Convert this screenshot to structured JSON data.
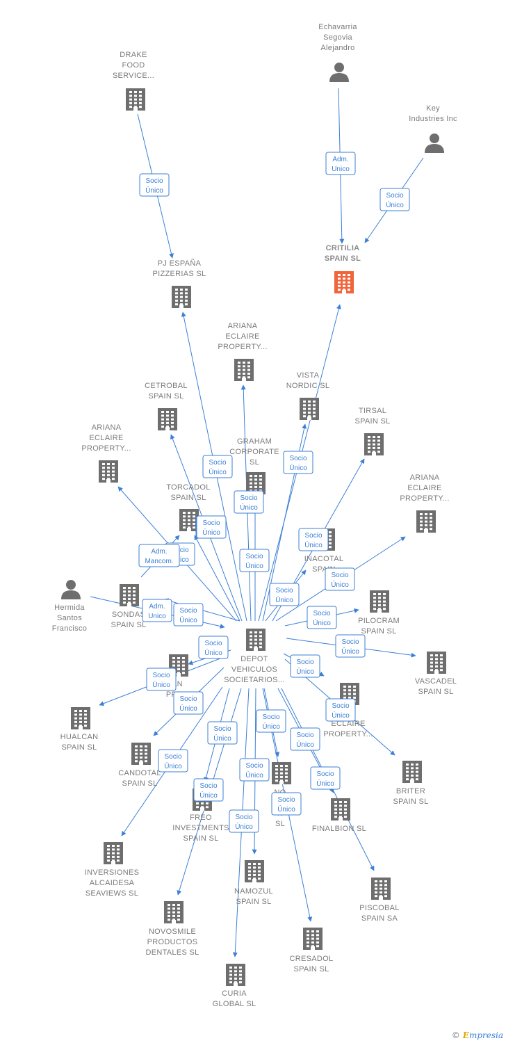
{
  "colors": {
    "edge": "#3b7fd6",
    "node": "#6e6e6e",
    "focus": "#f2653a"
  },
  "nodes": [
    {
      "id": "drake",
      "type": "company",
      "label": [
        "DRAKE",
        "FOOD",
        "SERVICE..."
      ]
    },
    {
      "id": "echavarria",
      "type": "person",
      "label": [
        "Echavarria",
        "Segovia",
        "Alejandro"
      ]
    },
    {
      "id": "key",
      "type": "person",
      "label": [
        "Key",
        "Industries Inc"
      ]
    },
    {
      "id": "pj",
      "type": "company",
      "label": [
        "PJ ESPAÑA",
        "PIZZERIAS SL"
      ]
    },
    {
      "id": "critilia",
      "type": "company",
      "focus": true,
      "label": [
        "CRITILIA",
        "SPAIN SL"
      ]
    },
    {
      "id": "ariana1",
      "type": "company",
      "label": [
        "ARIANA",
        "ECLAIRE",
        "PROPERTY..."
      ]
    },
    {
      "id": "cetrobal",
      "type": "company",
      "label": [
        "CETROBAL",
        "SPAIN SL"
      ]
    },
    {
      "id": "vista",
      "type": "company",
      "label": [
        "VISTA",
        "NORDIC SL"
      ]
    },
    {
      "id": "tirsal",
      "type": "company",
      "label": [
        "TIRSAL",
        "SPAIN SL"
      ]
    },
    {
      "id": "ariana2",
      "type": "company",
      "label": [
        "ARIANA",
        "ECLAIRE",
        "PROPERTY..."
      ]
    },
    {
      "id": "graham",
      "type": "company",
      "label": [
        "GRAHAM",
        "CORPORATE",
        "SL"
      ]
    },
    {
      "id": "ariana3",
      "type": "company",
      "label": [
        "ARIANA",
        "ECLAIRE",
        "PROPERTY..."
      ]
    },
    {
      "id": "torcadol",
      "type": "company",
      "label": [
        "TORCADOL",
        "SPAIN SL"
      ]
    },
    {
      "id": "inacotal",
      "type": "company",
      "label": [
        "INACOTAL",
        "SPAIN"
      ]
    },
    {
      "id": "hermida",
      "type": "person",
      "label": [
        "Hermida",
        "Santos",
        "Francisco"
      ]
    },
    {
      "id": "sondas",
      "type": "company",
      "label": [
        "SONDAS",
        "SPAIN SL"
      ]
    },
    {
      "id": "pilocram",
      "type": "company",
      "label": [
        "PILOCRAM",
        "SPAIN SL"
      ]
    },
    {
      "id": "depot",
      "type": "company",
      "label": [
        "DEPOT",
        "VEHICULOS",
        "SOCIETARIOS..."
      ]
    },
    {
      "id": "vascadel",
      "type": "company",
      "label": [
        "VASCADEL",
        "SPAIN SL"
      ]
    },
    {
      "id": "anprop",
      "type": "company",
      "label": [
        "AN",
        "PROP"
      ]
    },
    {
      "id": "ariana4",
      "type": "company",
      "label": [
        "A",
        "ECLAIRE",
        "PROPERTY..."
      ]
    },
    {
      "id": "hualcan",
      "type": "company",
      "label": [
        "HUALCAN",
        "SPAIN SL"
      ]
    },
    {
      "id": "candotal",
      "type": "company",
      "label": [
        "CANDOTAL",
        "SPAIN SL"
      ]
    },
    {
      "id": "noevo",
      "type": "company",
      "label": [
        "NO",
        "EVO",
        "N",
        "SL"
      ]
    },
    {
      "id": "briter",
      "type": "company",
      "label": [
        "BRITER",
        "SPAIN SL"
      ]
    },
    {
      "id": "freo",
      "type": "company",
      "label": [
        "FREO",
        "INVESTMENTS",
        "SPAIN SL"
      ]
    },
    {
      "id": "finalbion",
      "type": "company",
      "label": [
        "FINALBION SL"
      ]
    },
    {
      "id": "inversiones",
      "type": "company",
      "label": [
        "INVERSIONES",
        "ALCAIDESA",
        "SEAVIEWS SL"
      ]
    },
    {
      "id": "namozul",
      "type": "company",
      "label": [
        "NAMOZUL",
        "SPAIN SL"
      ]
    },
    {
      "id": "piscobal",
      "type": "company",
      "label": [
        "PISCOBAL",
        "SPAIN SA"
      ]
    },
    {
      "id": "novosmile",
      "type": "company",
      "label": [
        "NOVOSMILE",
        "PRODUCTOS",
        "DENTALES SL"
      ]
    },
    {
      "id": "cresadol",
      "type": "company",
      "label": [
        "CRESADOL",
        "SPAIN SL"
      ]
    },
    {
      "id": "curia",
      "type": "company",
      "label": [
        "CURIA",
        "GLOBAL SL"
      ]
    }
  ],
  "edges": [
    {
      "from": "drake",
      "to": "pj",
      "label": [
        "Socio",
        "Único"
      ]
    },
    {
      "from": "echavarria",
      "to": "critilia",
      "label": [
        "Adm.",
        "Unico"
      ]
    },
    {
      "from": "key",
      "to": "critilia",
      "label": [
        "Socio",
        "Único"
      ]
    },
    {
      "from": "depot",
      "to": "pj",
      "label": [
        "Socio",
        "Único"
      ]
    },
    {
      "from": "depot",
      "to": "critilia",
      "label": []
    },
    {
      "from": "depot",
      "to": "ariana1",
      "label": [
        "Socio",
        "Único"
      ]
    },
    {
      "from": "depot",
      "to": "cetrobal",
      "label": [
        "Socio",
        "Único"
      ]
    },
    {
      "from": "depot",
      "to": "vista",
      "label": [
        "Socio",
        "Único"
      ]
    },
    {
      "from": "depot",
      "to": "tirsal",
      "label": [
        "Socio",
        "Único"
      ]
    },
    {
      "from": "depot",
      "to": "ariana2",
      "label": [
        "Socio",
        "Único"
      ]
    },
    {
      "from": "depot",
      "to": "graham",
      "label": [
        "Socio",
        "Único"
      ]
    },
    {
      "from": "depot",
      "to": "ariana3",
      "label": [
        "Socio",
        "Único"
      ]
    },
    {
      "from": "depot",
      "to": "torcadol",
      "label": [
        "Socio",
        "Único"
      ]
    },
    {
      "from": "depot",
      "to": "inacotal",
      "label": [
        "Socio",
        "Único"
      ]
    },
    {
      "from": "hermida",
      "to": "depot",
      "label": [
        "Adm.",
        "Unico"
      ]
    },
    {
      "from": "hermida",
      "to": "torcadol",
      "label": [
        "Adm.",
        "Mancom."
      ]
    },
    {
      "from": "depot",
      "to": "sondas",
      "label": [
        "Socio",
        "Único"
      ]
    },
    {
      "from": "depot",
      "to": "pilocram",
      "label": [
        "Socio",
        "Único"
      ]
    },
    {
      "from": "depot",
      "to": "vascadel",
      "label": [
        "Socio",
        "Único"
      ]
    },
    {
      "from": "depot",
      "to": "anprop",
      "label": [
        "Socio",
        "Único"
      ]
    },
    {
      "from": "depot",
      "to": "ariana4",
      "label": [
        "Socio",
        "Único"
      ]
    },
    {
      "from": "depot",
      "to": "hualcan",
      "label": [
        "Socio",
        "Único"
      ]
    },
    {
      "from": "depot",
      "to": "candotal",
      "label": [
        "Socio",
        "Único"
      ]
    },
    {
      "from": "depot",
      "to": "noevo",
      "label": [
        "Socio",
        "Único"
      ]
    },
    {
      "from": "depot",
      "to": "briter",
      "label": [
        "Socio",
        "Único"
      ]
    },
    {
      "from": "depot",
      "to": "freo",
      "label": [
        "Socio",
        "Único"
      ]
    },
    {
      "from": "depot",
      "to": "finalbion",
      "label": [
        "Socio",
        "Único"
      ]
    },
    {
      "from": "depot",
      "to": "inversiones",
      "label": [
        "Socio",
        "Único"
      ]
    },
    {
      "from": "depot",
      "to": "namozul",
      "label": [
        "Socio",
        "Único"
      ]
    },
    {
      "from": "depot",
      "to": "piscobal",
      "label": [
        "Socio",
        "Único"
      ]
    },
    {
      "from": "depot",
      "to": "novosmile",
      "label": [
        "Socio",
        "Único"
      ]
    },
    {
      "from": "depot",
      "to": "cresadol",
      "label": [
        "Socio",
        "Único"
      ]
    },
    {
      "from": "depot",
      "to": "curia",
      "label": [
        "Socio",
        "Único"
      ]
    }
  ],
  "watermark": {
    "symbol": "©",
    "brand_initial": "E",
    "brand_rest": "mpresia"
  }
}
